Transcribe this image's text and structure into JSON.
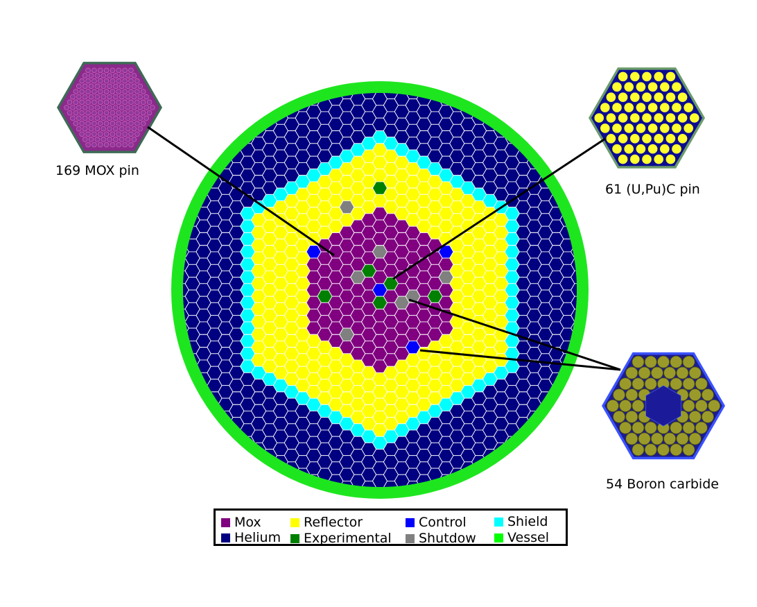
{
  "callouts": {
    "mox": "169 MOX pin",
    "carbide": "61 (U,Pu)C pin",
    "boron": "54 Boron carbide"
  },
  "legend": [
    {
      "label": "Mox",
      "color": "#800080"
    },
    {
      "label": "Reflector",
      "color": "#ffff00"
    },
    {
      "label": "Control",
      "color": "#0000ff"
    },
    {
      "label": "Shield",
      "color": "#00ffff"
    },
    {
      "label": "Helium",
      "color": "#000080"
    },
    {
      "label": "Experimental",
      "color": "#008000"
    },
    {
      "label": "Shutdow",
      "color": "#808080"
    },
    {
      "label": "Vessel",
      "color": "#00ff00"
    }
  ],
  "colors": {
    "mox": "#800080",
    "helium": "#000080",
    "reflector": "#ffff00",
    "experimental": "#008000",
    "control": "#0000ff",
    "shutdown": "#808080",
    "shield": "#00ffff",
    "vessel": "#1ee61e",
    "boron_pin": "#9a9a2a",
    "carbide_pin": "#ffff00"
  }
}
